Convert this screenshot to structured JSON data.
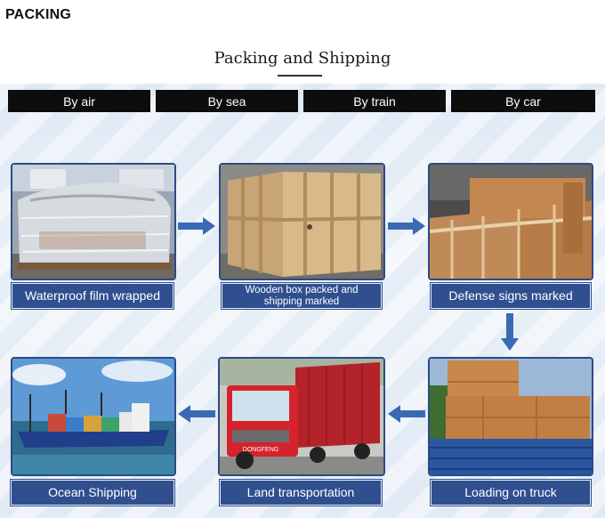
{
  "page": {
    "heading": "PACKING",
    "title": "Packing and Shipping"
  },
  "tabs": [
    {
      "label": "By air"
    },
    {
      "label": "By sea"
    },
    {
      "label": "By train"
    },
    {
      "label": "By car"
    }
  ],
  "steps": [
    {
      "caption": "Waterproof film wrapped"
    },
    {
      "caption_line1": "Wooden box packed and",
      "caption_line2": "shipping marked"
    },
    {
      "caption": "Defense signs marked"
    },
    {
      "caption": "Loading on truck"
    },
    {
      "caption": "Land transportation"
    },
    {
      "caption": "Ocean Shipping"
    }
  ],
  "truck_door_text": "DONGFENG",
  "colors": {
    "label_bg": "#2f4f8f",
    "card_border": "#2c4a86",
    "arrow": "#3a6ab4",
    "tab_bg": "#0d0d0d"
  },
  "icons": {
    "flow_arrow": "arrow-icon"
  }
}
